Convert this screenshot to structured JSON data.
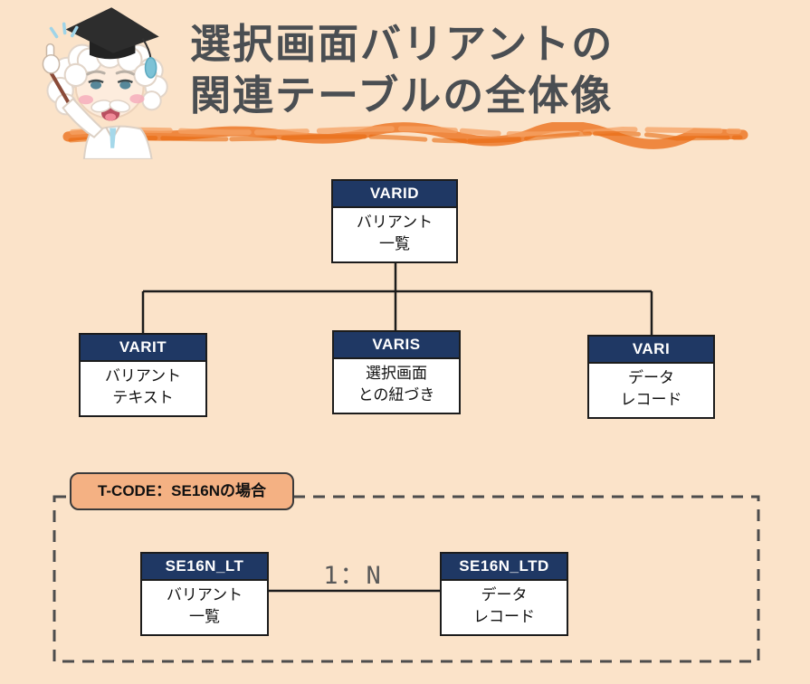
{
  "header": {
    "title_line1": "選択画面バリアントの",
    "title_line2": "関連テーブルの全体像",
    "mascot": "professor-graduate-mascot",
    "title_color": "#4a4e52",
    "underline_color": "#ed7d31"
  },
  "diagram": {
    "table_header_bg": "#1f3864",
    "table_header_text_color": "#ffffff",
    "tables": [
      {
        "name": "VARID",
        "desc1": "バリアント",
        "desc2": "一覧"
      },
      {
        "name": "VARIT",
        "desc1": "バリアント",
        "desc2": "テキスト"
      },
      {
        "name": "VARIS",
        "desc1": "選択画面",
        "desc2": "との紐づき"
      },
      {
        "name": "VARI",
        "desc1": "データ",
        "desc2": "レコード"
      }
    ]
  },
  "se16n": {
    "label": "T-CODE：SE16Nの場合",
    "label_bg": "#f4b183",
    "relation": "1：N",
    "relation_text_color": "#595959",
    "tables": [
      {
        "name": "SE16N_LT",
        "desc1": "バリアント",
        "desc2": "一覧"
      },
      {
        "name": "SE16N_LTD",
        "desc1": "データ",
        "desc2": "レコード"
      }
    ]
  },
  "colors": {
    "background": "#fbe3c9",
    "box_border": "#1c1c1c",
    "dashed_border": "#4d4d4d"
  }
}
